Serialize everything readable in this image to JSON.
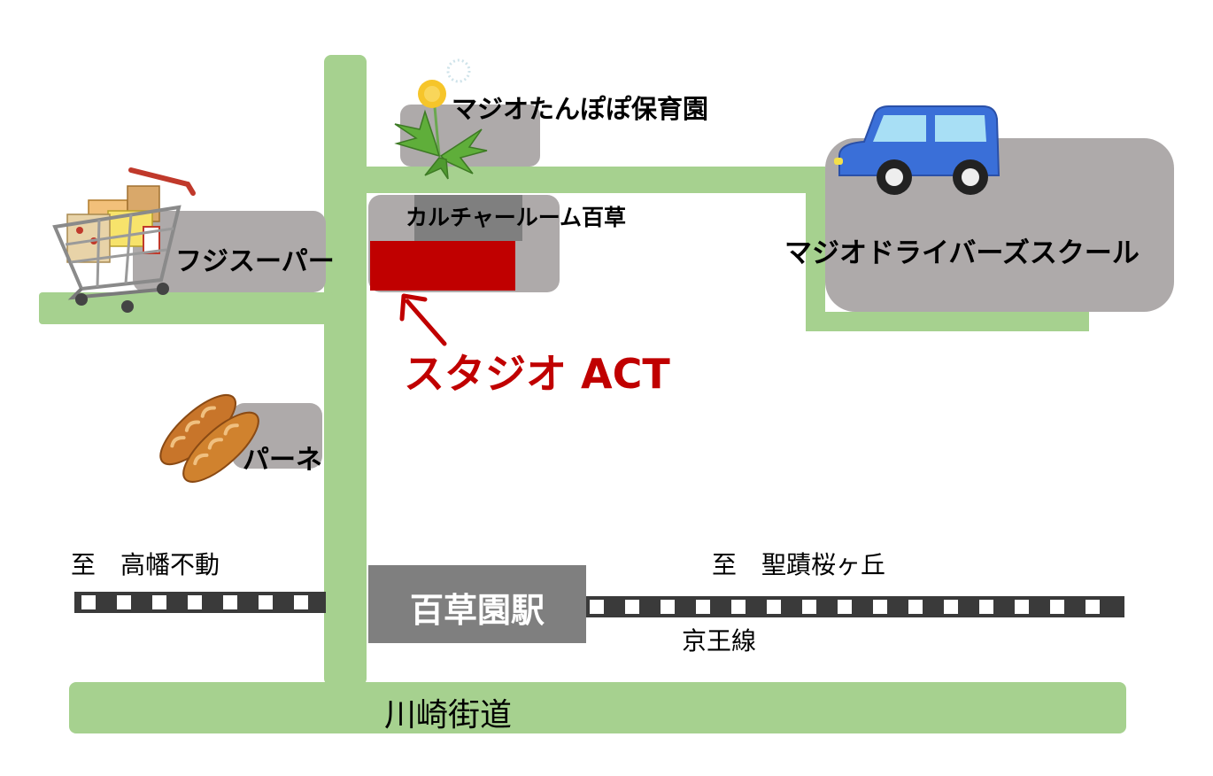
{
  "places": {
    "nursery": "マジオたんぽぽ保育園",
    "culture_room": "カルチャールーム百草",
    "supermarket": "フジスーパー",
    "driving_school": "マジオドライバーズスクール",
    "bakery": "パーネ",
    "studio": "スタジオ ACT",
    "station": "百草園駅"
  },
  "directions": {
    "west": "至　高幡不動",
    "east": "至　聖蹟桜ヶ丘"
  },
  "railway": {
    "line_name": "京王線"
  },
  "roads": {
    "main_road": "川崎街道"
  },
  "colors": {
    "road": "#a6d18f",
    "building": "#aeaaaa",
    "studio": "#c00000",
    "station": "#7f7f7f",
    "track": "#3a3a3a"
  },
  "icons": [
    "dandelion-icon",
    "shopping-cart-icon",
    "car-icon",
    "bread-icon",
    "arrow-icon"
  ]
}
